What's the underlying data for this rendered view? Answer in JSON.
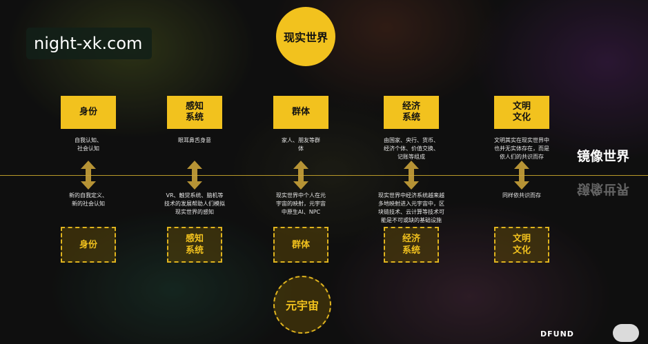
{
  "watermark": "night-xk.com",
  "top_circle": "现实世界",
  "bottom_circle": "元宇宙",
  "mirror_label": "镜像世界",
  "mirror_reflection": "镜像世界",
  "brand": "DFUND",
  "accent_color": "#f2c21e",
  "columns": [
    {
      "top": "身份",
      "desc_top": "自我认知、\n社会认知",
      "desc_bottom": "新的自我定义、\n新的社会认知",
      "bottom": "身份"
    },
    {
      "top": "感知\n系统",
      "desc_top": "眼耳鼻舌身意",
      "desc_bottom": "VR、触觉系统、脑机等\n技术的发展帮助人们模拟\n现实世界的感知",
      "bottom": "感知\n系统"
    },
    {
      "top": "群体",
      "desc_top": "家人、朋友等群\n体",
      "desc_bottom": "现实世界中个人在元\n宇宙的映射，元宇宙\n中原生AI、NPC",
      "bottom": "群体"
    },
    {
      "top": "经济\n系统",
      "desc_top": "由国家、央行、货币、\n经济个体、价值交换、\n记账等组成",
      "desc_bottom": "现实世界中经济系统越来越\n多地映射进入元宇宙中，区\n块链技术、云计算等技术可\n能是不可或缺的基础设施",
      "bottom": "经济\n系统"
    },
    {
      "top": "文明\n文化",
      "desc_top": "文明其实在现实世界中\n也并无实体存在，而是\n依人们的共识而存",
      "desc_bottom": "同样依共识而存",
      "bottom": "文明\n文化"
    }
  ]
}
